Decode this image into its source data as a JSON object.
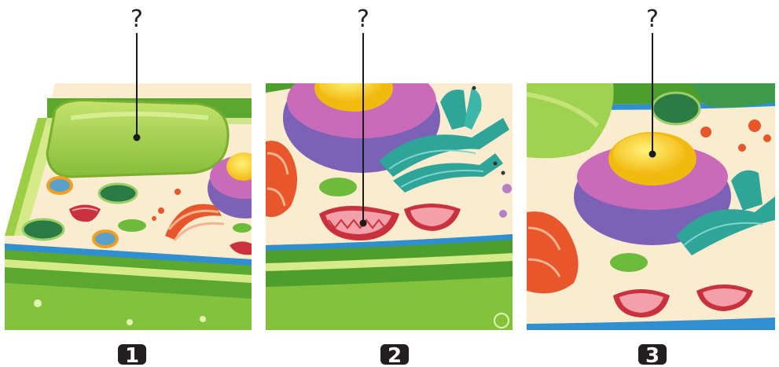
{
  "panels": [
    {
      "question_mark": "?",
      "number": "1",
      "pointer_target": "vacuole"
    },
    {
      "question_mark": "?",
      "number": "2",
      "pointer_target": "mitochondrion"
    },
    {
      "question_mark": "?",
      "number": "3",
      "pointer_target": "nucleolus"
    }
  ],
  "colors": {
    "cytoplasm": "#fbeccf",
    "cell_wall_green": "#7fba3a",
    "dark_green": "#2f8a2a",
    "vacuole_green": "#9fd24f",
    "nucleus_purple": "#7b62b6",
    "nucleus_pink": "#c96bb8",
    "nucleolus_yellow": "#f6d21a",
    "golgi_teal": "#2fa59a",
    "mitochondrion_red": "#c9313e",
    "er_orange": "#e8562b",
    "chloroplast": "#3c8f4f",
    "number_badge": "#231f20"
  },
  "icons": [
    "question-mark",
    "pointer-line"
  ]
}
